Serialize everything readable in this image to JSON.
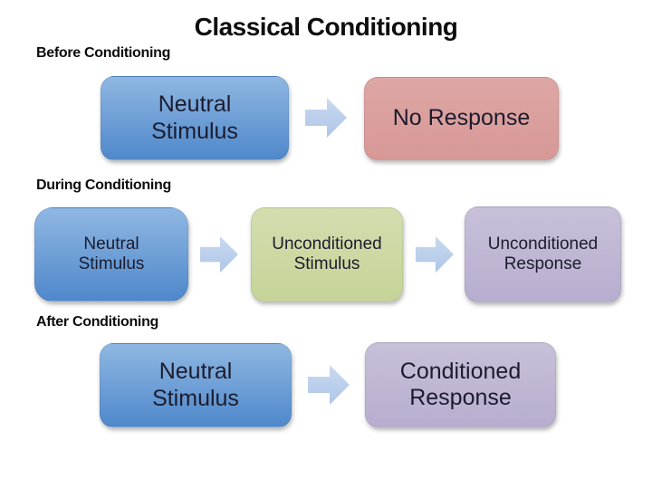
{
  "title": "Classical Conditioning",
  "colors": {
    "blue_top": "#8fb7e2",
    "blue_bottom": "#4f88cb",
    "pink_top": "#dda7a5",
    "pink_bottom": "#d79896",
    "green_top": "#d2deaf",
    "green_bottom": "#c5d498",
    "purple_top": "#c8c0d9",
    "purple_bottom": "#b8adcf",
    "arrow_top": "#c9d9f0",
    "arrow_bottom": "#aec7e8",
    "text_dark": "#1c1c2e"
  },
  "sections": [
    {
      "label": "Before Conditioning",
      "boxes": [
        {
          "text": "Neutral\nStimulus"
        },
        {
          "text": "No Response"
        }
      ]
    },
    {
      "label": "During Conditioning",
      "boxes": [
        {
          "text": "Neutral\nStimulus"
        },
        {
          "text": "Unconditioned\nStimulus"
        },
        {
          "text": "Unconditioned\nResponse"
        }
      ]
    },
    {
      "label": "After Conditioning",
      "boxes": [
        {
          "text": "Neutral\nStimulus"
        },
        {
          "text": "Conditioned\nResponse"
        }
      ]
    }
  ]
}
